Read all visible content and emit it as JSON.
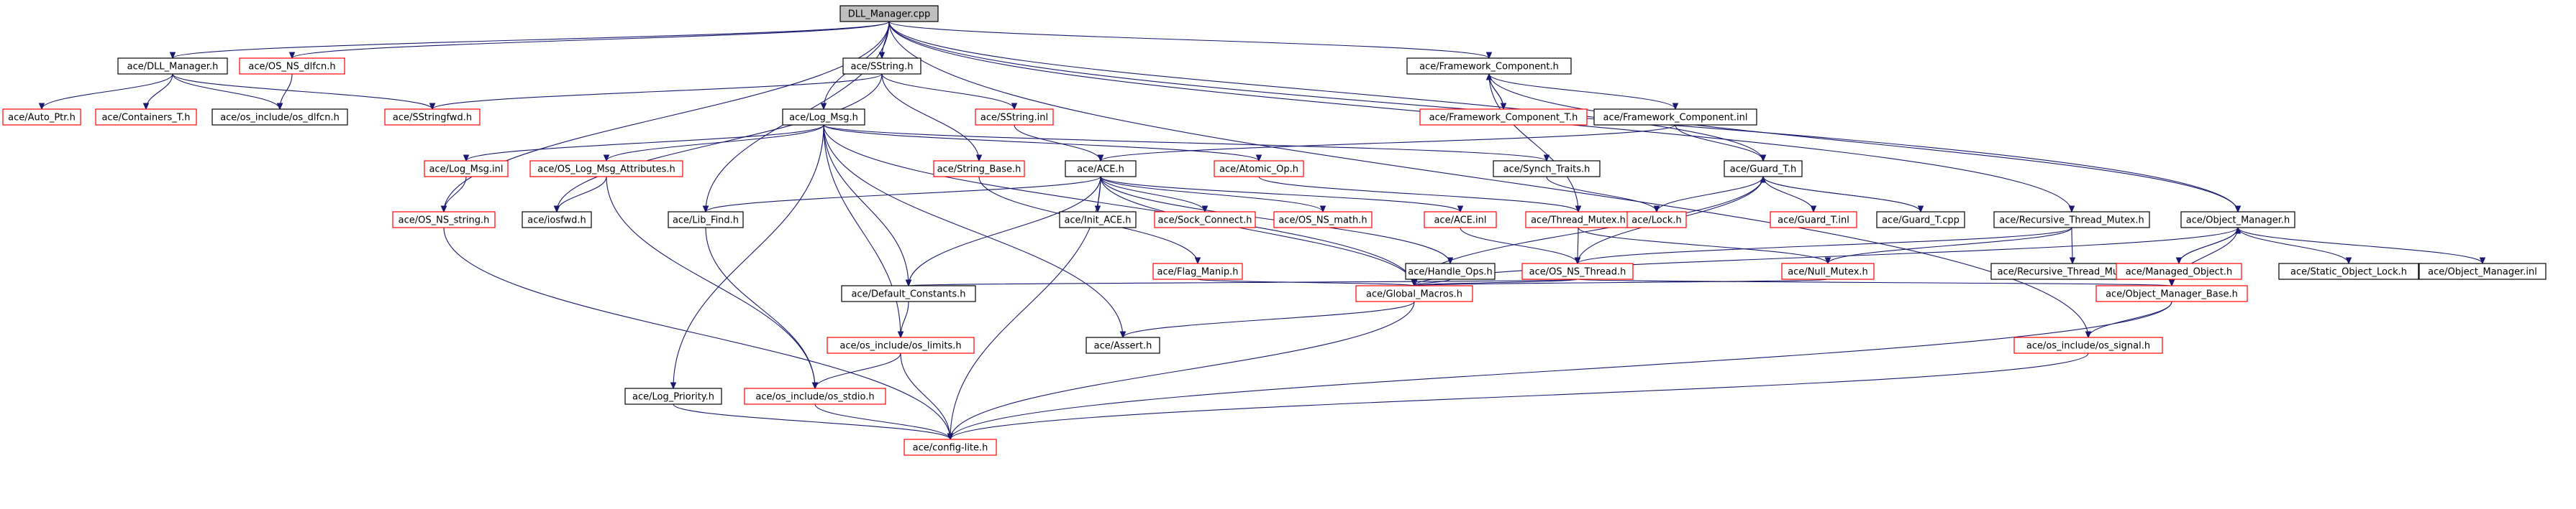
{
  "colors": {
    "edge": "#191970",
    "root_fill": "#bfbfbf",
    "normal_border": "#000000",
    "missing_border": "#ff0000"
  },
  "nodes": [
    {
      "id": "dll_manager_cpp",
      "label": "DLL_Manager.cpp",
      "style": "root"
    },
    {
      "id": "dll_manager_h",
      "label": "ace/DLL_Manager.h",
      "style": "normal"
    },
    {
      "id": "os_ns_dlfcn_h",
      "label": "ace/OS_NS_dlfcn.h",
      "style": "missing"
    },
    {
      "id": "sstring_h",
      "label": "ace/SString.h",
      "style": "normal"
    },
    {
      "id": "framework_component_h",
      "label": "ace/Framework_Component.h",
      "style": "normal"
    },
    {
      "id": "auto_ptr_h",
      "label": "ace/Auto_Ptr.h",
      "style": "missing"
    },
    {
      "id": "containers_t_h",
      "label": "ace/Containers_T.h",
      "style": "missing"
    },
    {
      "id": "os_include_os_dlfcn_h",
      "label": "ace/os_include/os_dlfcn.h",
      "style": "normal"
    },
    {
      "id": "sstringfwd_h",
      "label": "ace/SStringfwd.h",
      "style": "missing"
    },
    {
      "id": "log_msg_h",
      "label": "ace/Log_Msg.h",
      "style": "normal"
    },
    {
      "id": "sstring_inl",
      "label": "ace/SString.inl",
      "style": "missing"
    },
    {
      "id": "framework_component_t_h",
      "label": "ace/Framework_Component_T.h",
      "style": "missing"
    },
    {
      "id": "framework_component_inl",
      "label": "ace/Framework_Component.inl",
      "style": "normal"
    },
    {
      "id": "log_msg_inl",
      "label": "ace/Log_Msg.inl",
      "style": "missing"
    },
    {
      "id": "os_log_msg_attributes_h",
      "label": "ace/OS_Log_Msg_Attributes.h",
      "style": "missing"
    },
    {
      "id": "string_base_h",
      "label": "ace/String_Base.h",
      "style": "missing"
    },
    {
      "id": "ace_h",
      "label": "ace/ACE.h",
      "style": "normal"
    },
    {
      "id": "atomic_op_h",
      "label": "ace/Atomic_Op.h",
      "style": "missing"
    },
    {
      "id": "synch_traits_h",
      "label": "ace/Synch_Traits.h",
      "style": "normal"
    },
    {
      "id": "guard_t_h",
      "label": "ace/Guard_T.h",
      "style": "normal"
    },
    {
      "id": "object_manager_h",
      "label": "ace/Object_Manager.h",
      "style": "normal"
    },
    {
      "id": "os_ns_string_h",
      "label": "ace/OS_NS_string.h",
      "style": "missing"
    },
    {
      "id": "iosfwd_h",
      "label": "ace/iosfwd.h",
      "style": "normal"
    },
    {
      "id": "lib_find_h",
      "label": "ace/Lib_Find.h",
      "style": "normal"
    },
    {
      "id": "init_ace_h",
      "label": "ace/Init_ACE.h",
      "style": "normal"
    },
    {
      "id": "sock_connect_h",
      "label": "ace/Sock_Connect.h",
      "style": "missing"
    },
    {
      "id": "os_ns_math_h",
      "label": "ace/OS_NS_math.h",
      "style": "missing"
    },
    {
      "id": "ace_inl",
      "label": "ace/ACE.inl",
      "style": "missing"
    },
    {
      "id": "thread_mutex_h",
      "label": "ace/Thread_Mutex.h",
      "style": "missing"
    },
    {
      "id": "lock_h",
      "label": "ace/Lock.h",
      "style": "missing"
    },
    {
      "id": "guard_t_inl",
      "label": "ace/Guard_T.inl",
      "style": "missing"
    },
    {
      "id": "guard_t_cpp",
      "label": "ace/Guard_T.cpp",
      "style": "normal"
    },
    {
      "id": "recursive_thread_mutex_h",
      "label": "ace/Recursive_Thread_Mutex.h",
      "style": "normal"
    },
    {
      "id": "flag_manip_h",
      "label": "ace/Flag_Manip.h",
      "style": "missing"
    },
    {
      "id": "handle_ops_h",
      "label": "ace/Handle_Ops.h",
      "style": "normal"
    },
    {
      "id": "os_ns_thread_h",
      "label": "ace/OS_NS_Thread.h",
      "style": "missing"
    },
    {
      "id": "null_mutex_h",
      "label": "ace/Null_Mutex.h",
      "style": "missing"
    },
    {
      "id": "recursive_thread_mutex_inl",
      "label": "ace/Recursive_Thread_Mutex.inl",
      "style": "normal"
    },
    {
      "id": "managed_object_h",
      "label": "ace/Managed_Object.h",
      "style": "missing"
    },
    {
      "id": "static_object_lock_h",
      "label": "ace/Static_Object_Lock.h",
      "style": "normal"
    },
    {
      "id": "object_manager_inl",
      "label": "ace/Object_Manager.inl",
      "style": "normal"
    },
    {
      "id": "default_constants_h",
      "label": "ace/Default_Constants.h",
      "style": "normal"
    },
    {
      "id": "global_macros_h",
      "label": "ace/Global_Macros.h",
      "style": "missing"
    },
    {
      "id": "object_manager_base_h",
      "label": "ace/Object_Manager_Base.h",
      "style": "missing"
    },
    {
      "id": "os_include_os_limits_h",
      "label": "ace/os_include/os_limits.h",
      "style": "missing"
    },
    {
      "id": "assert_h",
      "label": "ace/Assert.h",
      "style": "normal"
    },
    {
      "id": "os_include_os_signal_h",
      "label": "ace/os_include/os_signal.h",
      "style": "missing"
    },
    {
      "id": "log_priority_h",
      "label": "ace/Log_Priority.h",
      "style": "normal"
    },
    {
      "id": "os_include_os_stdio_h",
      "label": "ace/os_include/os_stdio.h",
      "style": "missing"
    },
    {
      "id": "config_lite_h",
      "label": "ace/config-lite.h",
      "style": "missing"
    }
  ],
  "edges": [
    [
      "dll_manager_cpp",
      "dll_manager_h"
    ],
    [
      "dll_manager_cpp",
      "os_ns_dlfcn_h"
    ],
    [
      "dll_manager_cpp",
      "sstring_h"
    ],
    [
      "dll_manager_cpp",
      "framework_component_h"
    ],
    [
      "dll_manager_cpp",
      "log_msg_h"
    ],
    [
      "dll_manager_cpp",
      "os_ns_string_h"
    ],
    [
      "dll_manager_cpp",
      "lib_find_h"
    ],
    [
      "dll_manager_cpp",
      "guard_t_h"
    ],
    [
      "dll_manager_cpp",
      "recursive_thread_mutex_h"
    ],
    [
      "dll_manager_cpp",
      "object_manager_h"
    ],
    [
      "dll_manager_cpp",
      "os_include_os_signal_h"
    ],
    [
      "dll_manager_h",
      "auto_ptr_h"
    ],
    [
      "dll_manager_h",
      "containers_t_h"
    ],
    [
      "dll_manager_h",
      "os_include_os_dlfcn_h"
    ],
    [
      "dll_manager_h",
      "sstringfwd_h"
    ],
    [
      "os_ns_dlfcn_h",
      "os_include_os_dlfcn_h"
    ],
    [
      "sstring_h",
      "sstringfwd_h"
    ],
    [
      "sstring_h",
      "sstring_inl"
    ],
    [
      "sstring_h",
      "string_base_h"
    ],
    [
      "sstring_h",
      "iosfwd_h"
    ],
    [
      "framework_component_h",
      "framework_component_t_h"
    ],
    [
      "framework_component_h",
      "framework_component_inl"
    ],
    [
      "framework_component_h",
      "thread_mutex_h"
    ],
    [
      "framework_component_h",
      "object_manager_h"
    ],
    [
      "framework_component_t_h",
      "framework_component_h"
    ],
    [
      "framework_component_inl",
      "ace_h"
    ],
    [
      "framework_component_inl",
      "guard_t_h"
    ],
    [
      "sstring_inl",
      "ace_h"
    ],
    [
      "log_msg_h",
      "log_msg_inl"
    ],
    [
      "log_msg_h",
      "os_log_msg_attributes_h"
    ],
    [
      "log_msg_h",
      "atomic_op_h"
    ],
    [
      "log_msg_h",
      "synch_traits_h"
    ],
    [
      "log_msg_h",
      "default_constants_h"
    ],
    [
      "log_msg_h",
      "global_macros_h"
    ],
    [
      "log_msg_h",
      "os_include_os_limits_h"
    ],
    [
      "log_msg_h",
      "log_priority_h"
    ],
    [
      "log_msg_h",
      "assert_h"
    ],
    [
      "log_msg_inl",
      "os_ns_string_h"
    ],
    [
      "os_log_msg_attributes_h",
      "iosfwd_h"
    ],
    [
      "os_log_msg_attributes_h",
      "os_include_os_stdio_h"
    ],
    [
      "string_base_h",
      "flag_manip_h"
    ],
    [
      "ace_h",
      "lib_find_h"
    ],
    [
      "ace_h",
      "init_ace_h"
    ],
    [
      "ace_h",
      "sock_connect_h"
    ],
    [
      "ace_h",
      "os_ns_math_h"
    ],
    [
      "ace_h",
      "ace_inl"
    ],
    [
      "ace_h",
      "handle_ops_h"
    ],
    [
      "ace_h",
      "default_constants_h"
    ],
    [
      "ace_h",
      "global_macros_h"
    ],
    [
      "ace_h",
      "config_lite_h"
    ],
    [
      "atomic_op_h",
      "thread_mutex_h"
    ],
    [
      "synch_traits_h",
      "lock_h"
    ],
    [
      "guard_t_h",
      "lock_h"
    ],
    [
      "guard_t_h",
      "guard_t_inl"
    ],
    [
      "guard_t_h",
      "guard_t_cpp"
    ],
    [
      "guard_t_h",
      "os_ns_thread_h"
    ],
    [
      "guard_t_h",
      "global_macros_h"
    ],
    [
      "guard_t_cpp",
      "guard_t_h"
    ],
    [
      "object_manager_h",
      "managed_object_h"
    ],
    [
      "object_manager_h",
      "static_object_lock_h"
    ],
    [
      "object_manager_h",
      "object_manager_inl"
    ],
    [
      "object_manager_h",
      "object_manager_base_h"
    ],
    [
      "object_manager_h",
      "global_macros_h"
    ],
    [
      "managed_object_h",
      "object_manager_h"
    ],
    [
      "recursive_thread_mutex_h",
      "os_ns_thread_h"
    ],
    [
      "recursive_thread_mutex_h",
      "recursive_thread_mutex_inl"
    ],
    [
      "recursive_thread_mutex_h",
      "null_mutex_h"
    ],
    [
      "thread_mutex_h",
      "os_ns_thread_h"
    ],
    [
      "thread_mutex_h",
      "null_mutex_h"
    ],
    [
      "ace_inl",
      "os_ns_thread_h"
    ],
    [
      "os_ns_thread_h",
      "default_constants_h"
    ],
    [
      "os_ns_thread_h",
      "global_macros_h"
    ],
    [
      "os_ns_thread_h",
      "object_manager_base_h"
    ],
    [
      "null_mutex_h",
      "global_macros_h"
    ],
    [
      "flag_manip_h",
      "global_macros_h"
    ],
    [
      "handle_ops_h",
      "global_macros_h"
    ],
    [
      "lib_find_h",
      "os_include_os_stdio_h"
    ],
    [
      "os_ns_string_h",
      "config_lite_h"
    ],
    [
      "default_constants_h",
      "os_include_os_limits_h"
    ],
    [
      "global_macros_h",
      "config_lite_h"
    ],
    [
      "global_macros_h",
      "assert_h"
    ],
    [
      "object_manager_base_h",
      "os_include_os_signal_h"
    ],
    [
      "object_manager_base_h",
      "config_lite_h"
    ],
    [
      "os_include_os_limits_h",
      "os_include_os_stdio_h"
    ],
    [
      "os_include_os_limits_h",
      "config_lite_h"
    ],
    [
      "os_include_os_stdio_h",
      "config_lite_h"
    ],
    [
      "os_include_os_signal_h",
      "config_lite_h"
    ],
    [
      "log_priority_h",
      "config_lite_h"
    ]
  ]
}
